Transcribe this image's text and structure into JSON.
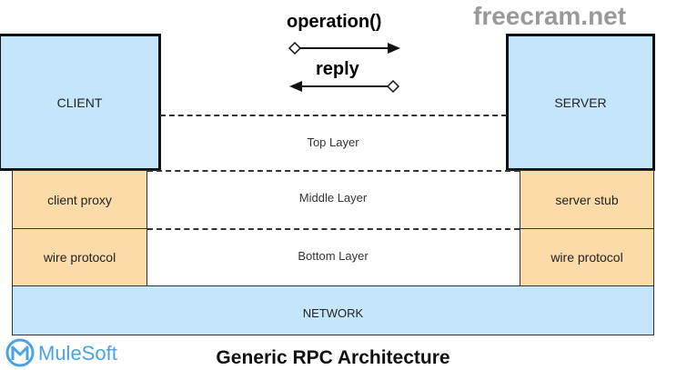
{
  "client": {
    "label": "CLIENT",
    "stack": [
      "client proxy",
      "wire protocol"
    ]
  },
  "server": {
    "label": "SERVER",
    "stack": [
      "server stub",
      "wire protocol"
    ]
  },
  "messages": {
    "request": "operation()",
    "response": "reply"
  },
  "layers": [
    "Top Layer",
    "Middle Layer",
    "Bottom Layer"
  ],
  "network": "NETWORK",
  "caption": "Generic RPC Architecture",
  "watermark": "freecram.net",
  "logo": "MuleSoft",
  "colors": {
    "component": "#c5e6fa",
    "stub": "#fbdca8",
    "logo": "#4aa3df"
  }
}
